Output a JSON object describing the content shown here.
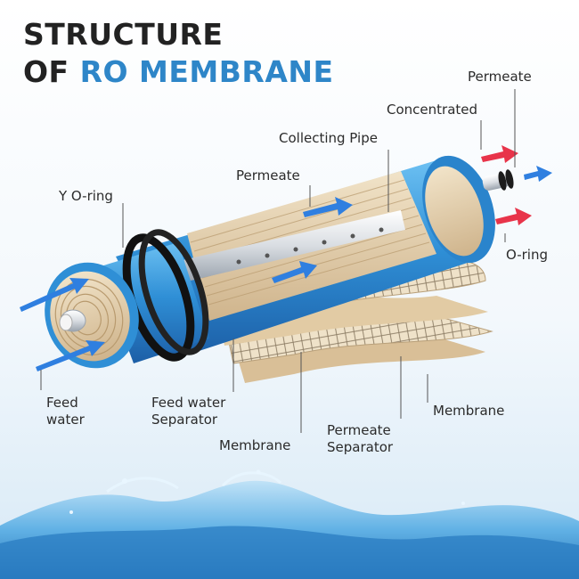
{
  "title": {
    "line1": "STRUCTURE",
    "line2_prefix": "OF ",
    "line2_accent": "RO MEMBRANE"
  },
  "labels": {
    "permeate_outlet": "Permeate",
    "concentrated": "Concentrated",
    "collecting_pipe": "Collecting Pipe",
    "permeate_flow": "Permeate",
    "y_o_ring": "Y O-ring",
    "o_ring": "O-ring",
    "feed_water_1": "Feed",
    "feed_water_2": "water",
    "feed_water_separator_1": "Feed water",
    "feed_water_separator_2": "Separator",
    "membrane_front": "Membrane",
    "permeate_separator_1": "Permeate",
    "permeate_separator_2": "Separator",
    "membrane_back": "Membrane"
  },
  "colors": {
    "title": "#222222",
    "accent": "#2e86c8",
    "housing": "#2f8fd6",
    "membrane": "#e3cfae",
    "arrow_blue": "#2f7fe0",
    "arrow_red": "#e8344a"
  }
}
